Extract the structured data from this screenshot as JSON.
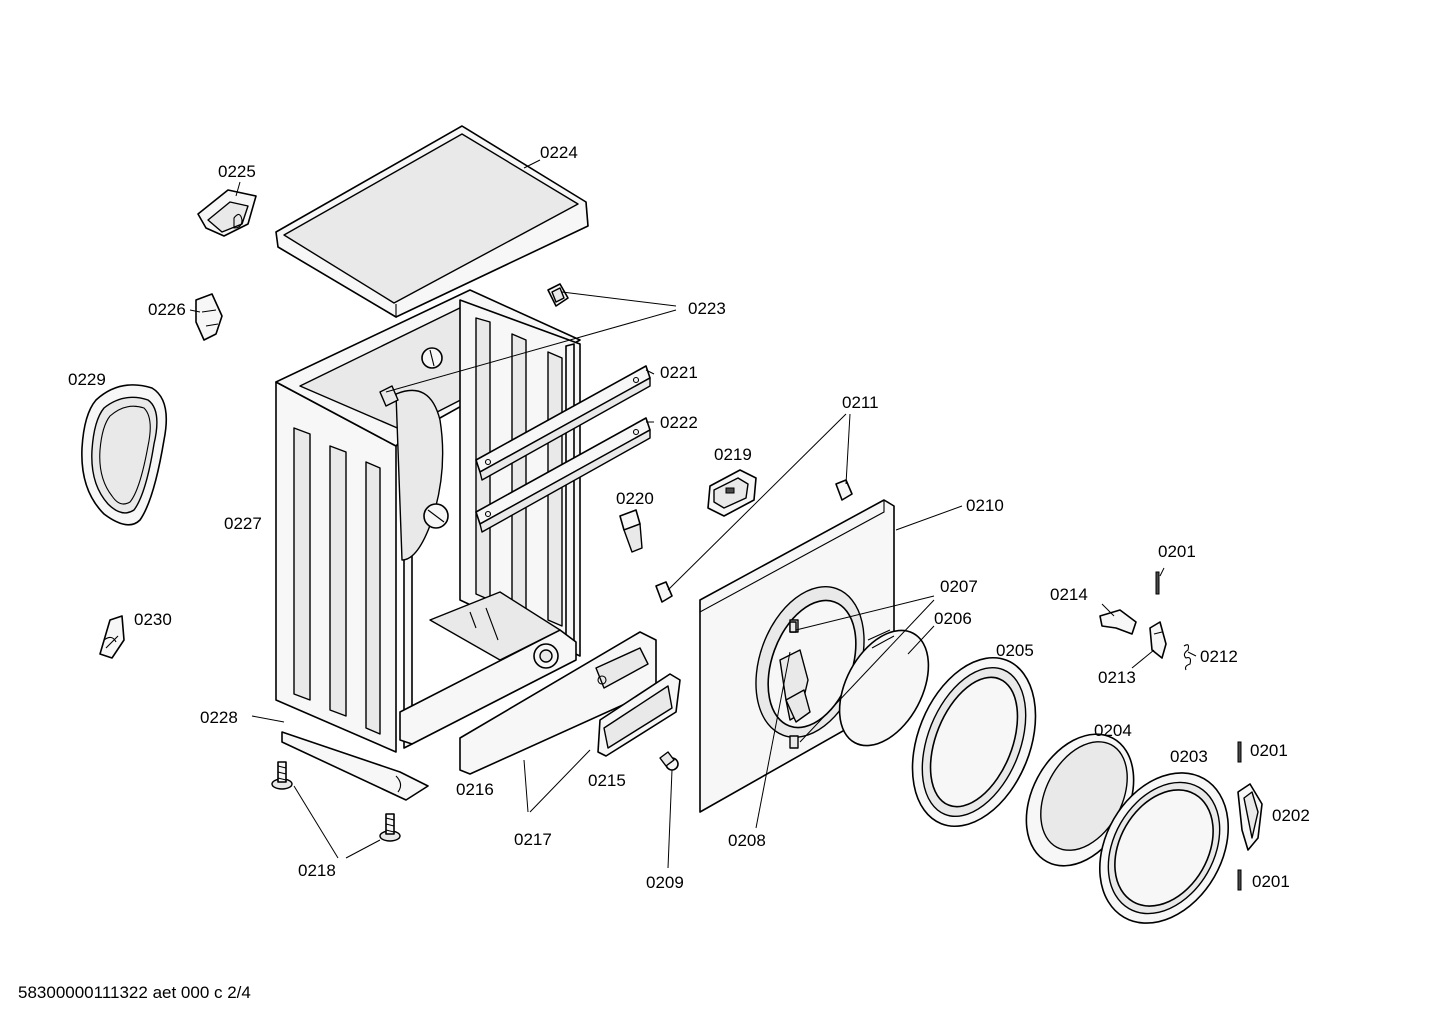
{
  "drawing": {
    "footer": "58300000111322 aet 000 c 2/4",
    "part_labels": [
      "0201",
      "0201",
      "0201",
      "0202",
      "0203",
      "0204",
      "0205",
      "0206",
      "0207",
      "0208",
      "0209",
      "0210",
      "0211",
      "0212",
      "0213",
      "0214",
      "0215",
      "0216",
      "0217",
      "0218",
      "0219",
      "0220",
      "0221",
      "0222",
      "0223",
      "0224",
      "0225",
      "0226",
      "0227",
      "0228",
      "0229",
      "0230"
    ]
  }
}
